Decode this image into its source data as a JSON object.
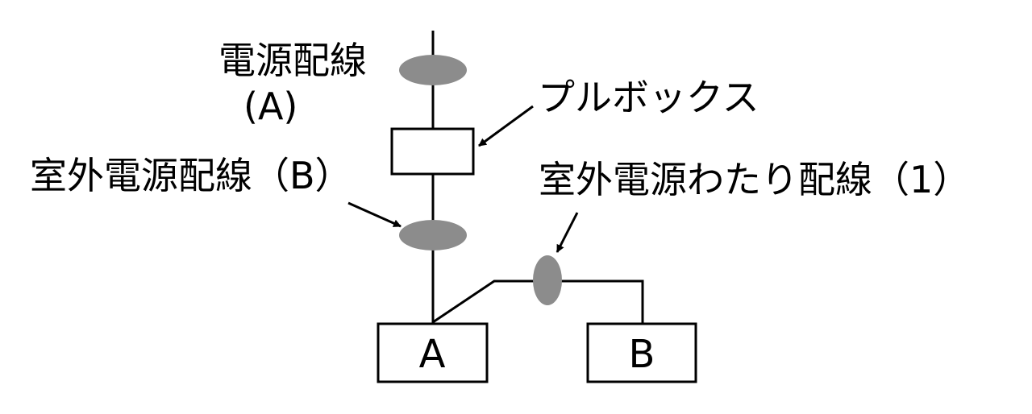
{
  "diagram": {
    "labels": {
      "power_wiring": "電源配線",
      "power_wiring_a": "(A)",
      "pull_box": "プルボックス",
      "outdoor_power_wiring_b": "室外電源配線（B）",
      "outdoor_crossover_wiring_1": "室外電源わたり配線（1）"
    },
    "units": {
      "unit_a": "A",
      "unit_b": "B"
    },
    "colors": {
      "line": "#000000",
      "cable_marker": "#8c8c8c",
      "box_fill": "#ffffff"
    }
  }
}
